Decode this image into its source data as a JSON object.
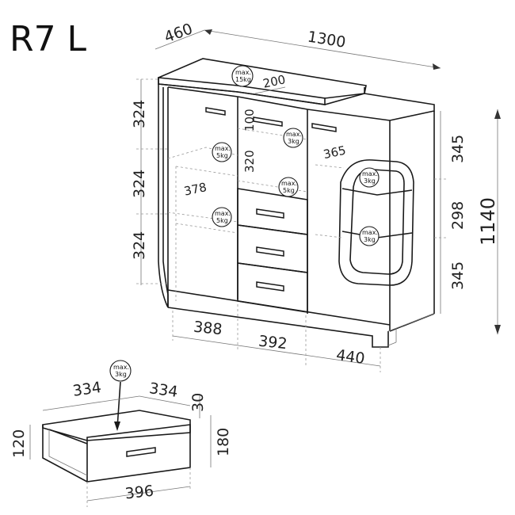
{
  "title": "R7 L",
  "dimensions": {
    "depth": "460",
    "width": "1300",
    "height": "1140",
    "left_section_1": "324",
    "left_section_2": "324",
    "left_section_3": "324",
    "right_section_top": "345",
    "right_section_mid": "298",
    "right_section_bottom": "345",
    "top_shelf_depth": "200",
    "middle_door_100": "100",
    "middle_shelf_320": "320",
    "left_shelf_depth": "378",
    "right_shelf_depth": "365",
    "bottom_left": "388",
    "bottom_mid": "392",
    "bottom_right": "440",
    "drawer_depth_a": "334",
    "drawer_depth_b": "334",
    "drawer_front_top": "30",
    "drawer_height_inner": "120",
    "drawer_height_front": "180",
    "drawer_width": "396"
  },
  "load_labels": {
    "top": [
      "max.",
      "15kg"
    ],
    "left_upper": [
      "max.",
      "5kg"
    ],
    "left_lower": [
      "max.",
      "5kg"
    ],
    "middle_upper": [
      "max.",
      "3kg"
    ],
    "middle_lower": [
      "max.",
      "5kg"
    ],
    "right_upper": [
      "max.",
      "3kg"
    ],
    "right_lower": [
      "max.",
      "3kg"
    ],
    "drawer": [
      "max.",
      "3kg"
    ]
  }
}
